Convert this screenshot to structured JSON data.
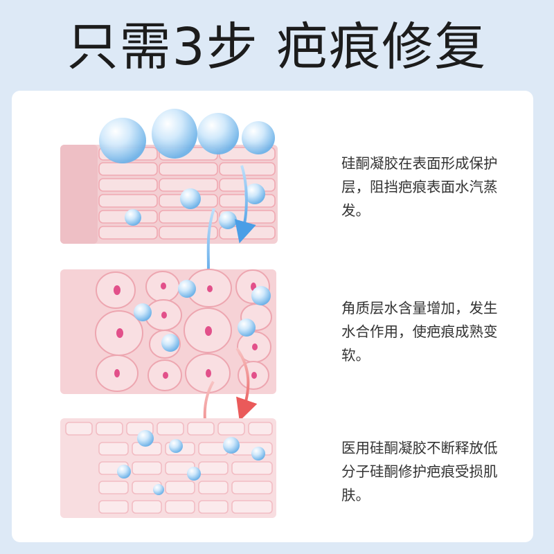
{
  "title": "只需3步 疤痕修复",
  "steps": [
    {
      "text": "硅酮凝胶在表面形成保护层，阻挡疤痕表面水汽蒸发。"
    },
    {
      "text": "角质层水含量增加，发生水合作用，使疤痕成熟变软。"
    },
    {
      "text": "医用硅酮凝胶不断释放低分子硅酮修护疤痕受损肌肤。"
    }
  ],
  "colors": {
    "background": "#dde9f6",
    "card": "#ffffff",
    "skin_pink": "#f7d5d8",
    "cell_border": "#f2b8be",
    "nucleus": "#e2508a",
    "arrow_blue": "#5aa8e6",
    "arrow_red": "#ee6666"
  }
}
